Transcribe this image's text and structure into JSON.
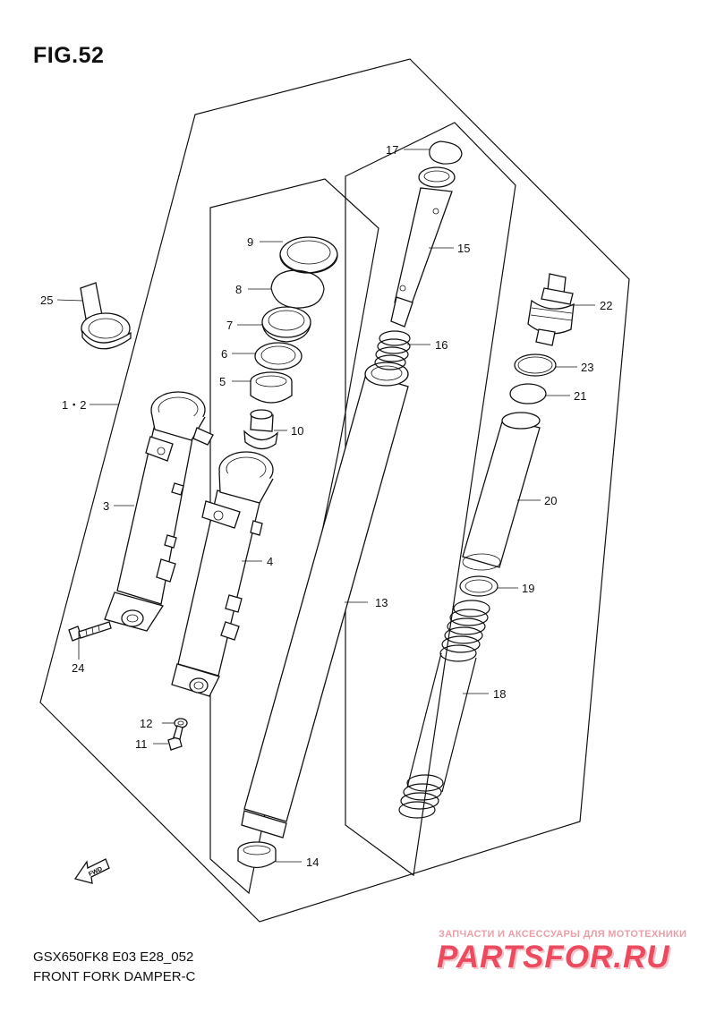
{
  "figure": {
    "title": "FIG.52",
    "model_code": "GSX650FK8 E03 E28_052",
    "diagram_name": "FRONT FORK DAMPER-C"
  },
  "fwd_label": "FWD",
  "callouts": {
    "c1": "1・2",
    "c3": "3",
    "c4": "4",
    "c5": "5",
    "c6": "6",
    "c7": "7",
    "c8": "8",
    "c9": "9",
    "c10": "10",
    "c11": "11",
    "c12": "12",
    "c13": "13",
    "c14": "14",
    "c15": "15",
    "c16": "16",
    "c17": "17",
    "c18": "18",
    "c19": "19",
    "c20": "20",
    "c21": "21",
    "c22": "22",
    "c23": "23",
    "c24": "24",
    "c25": "25"
  },
  "watermark": {
    "tagline": "ЗАПЧАСТИ И АКСЕССУАРЫ ДЛЯ МОТОТЕХНИКИ",
    "brand": "PARTSFOR.RU"
  }
}
